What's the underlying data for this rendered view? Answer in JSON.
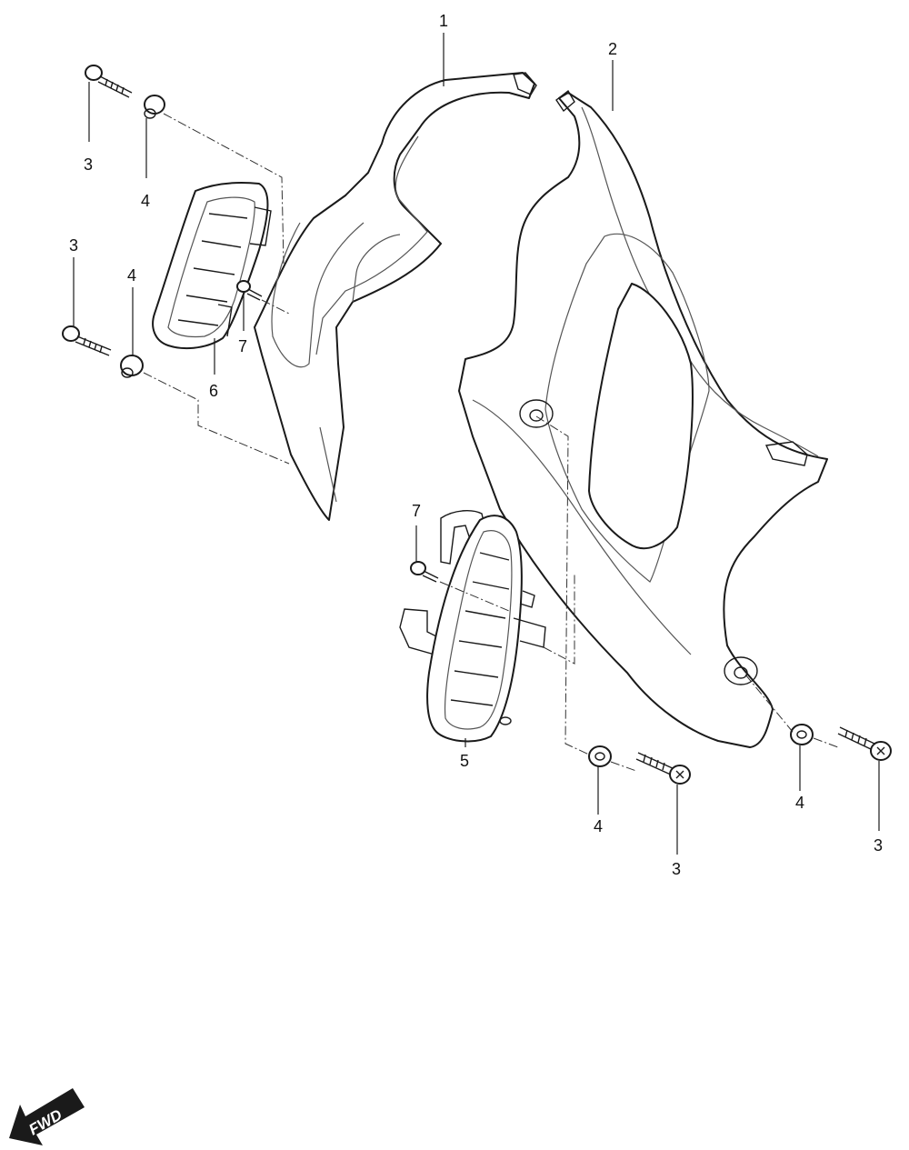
{
  "callouts": {
    "c1": "1",
    "c2": "2",
    "c3a": "3",
    "c4a": "4",
    "c3b": "3",
    "c4b": "4",
    "c6": "6",
    "c7a": "7",
    "c7b": "7",
    "c5": "5",
    "c4c": "4",
    "c3c": "3",
    "c4d": "4",
    "c3d": "3"
  },
  "fwd_label": "FWD",
  "colors": {
    "line": "#1a1a1a",
    "background": "#ffffff",
    "arrow": "#1a1a1a"
  }
}
